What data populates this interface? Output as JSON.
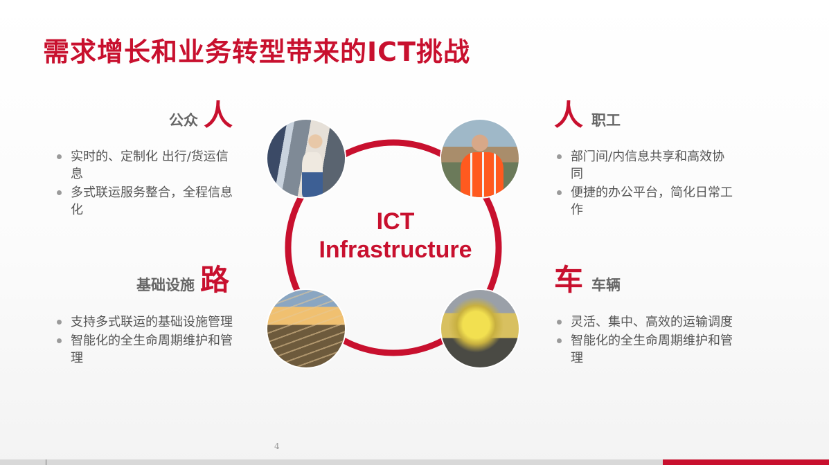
{
  "title": "需求增长和业务转型带来的ICT挑战",
  "center": {
    "line1": "ICT",
    "line2": "Infrastructure"
  },
  "quadrants": {
    "public": {
      "label": "公众",
      "char": "人",
      "bullets": [
        "实时的、定制化 出行/货运信息",
        "多式联运服务整合，全程信息化"
      ]
    },
    "staff": {
      "label": "职工",
      "char": "人",
      "bullets": [
        "部门间/内信息共享和高效协同",
        "便捷的办公平台，简化日常工作"
      ]
    },
    "infra": {
      "label": "基础设施",
      "char": "路",
      "bullets": [
        "支持多式联运的基础设施管理",
        "智能化的全生命周期维护和管理"
      ]
    },
    "vehicle": {
      "label": "车辆",
      "char": "车",
      "bullets": [
        "灵活、集中、高效的运输调度",
        "智能化的全生命周期维护和管理"
      ]
    }
  },
  "page_number": "4",
  "colors": {
    "accent": "#c8102e",
    "text": "#555555",
    "label": "#666666"
  }
}
